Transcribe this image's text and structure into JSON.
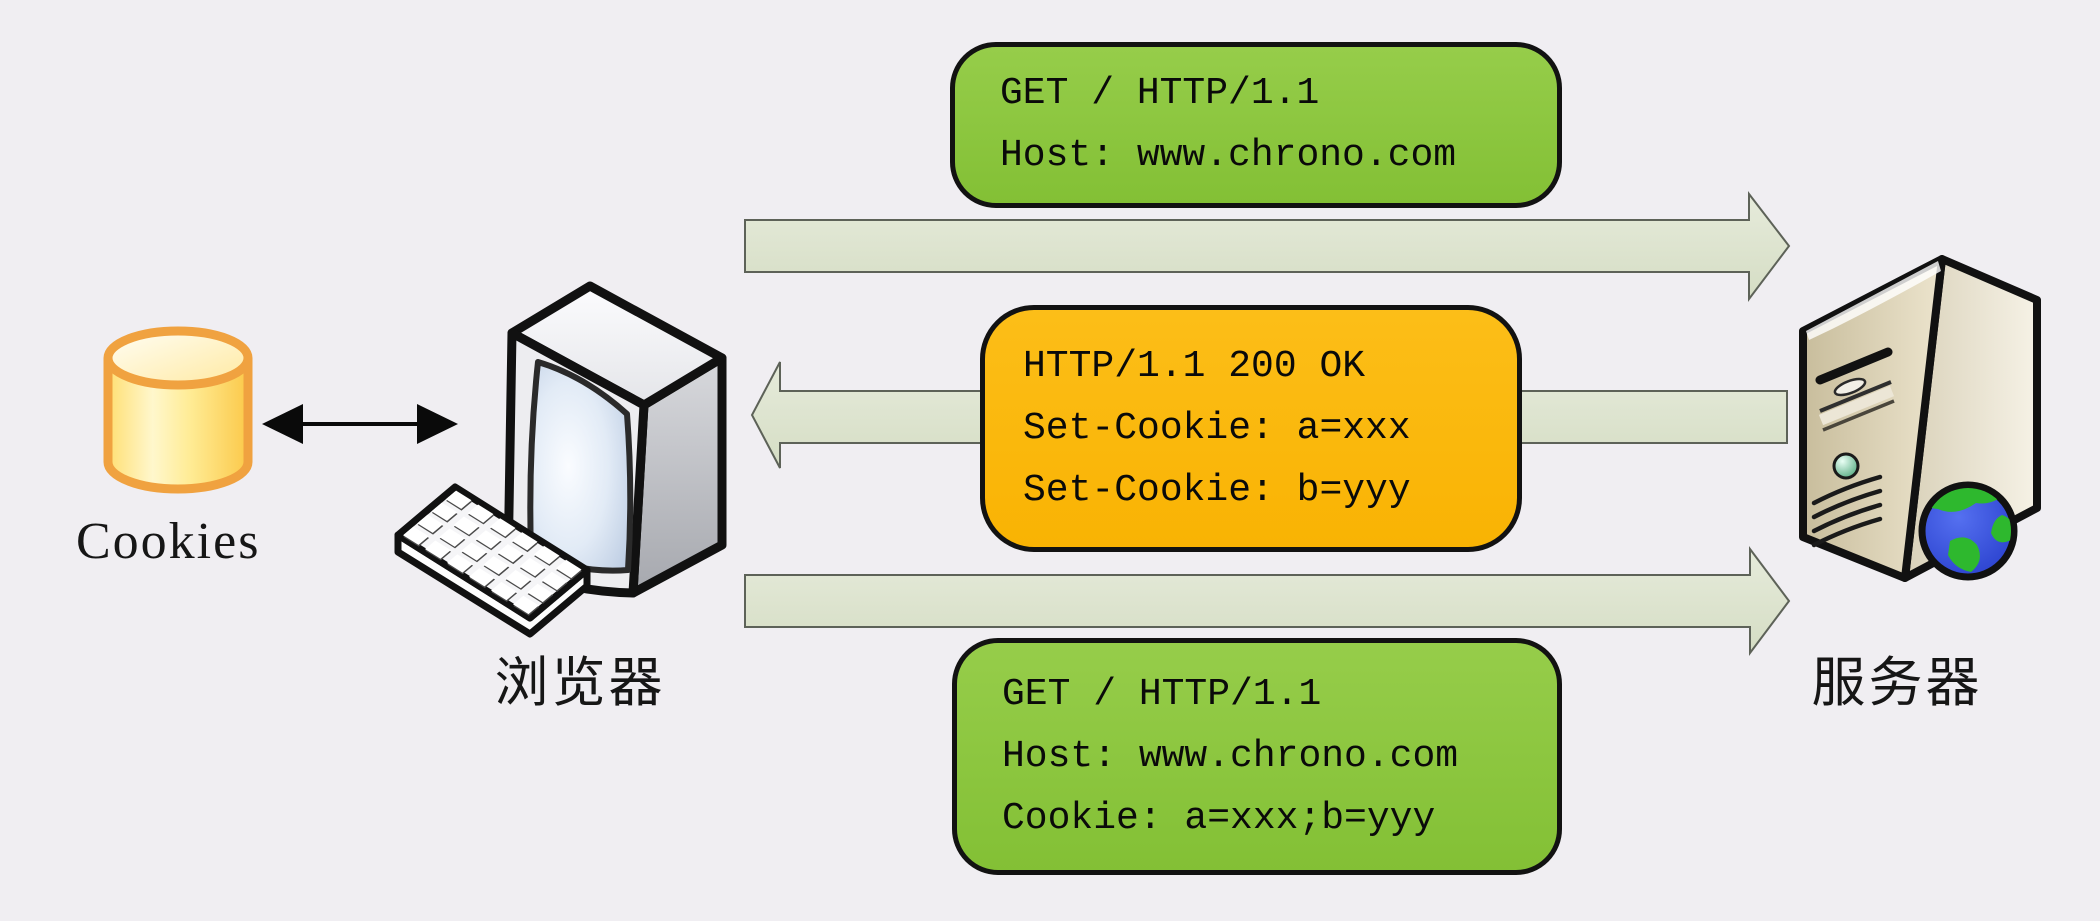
{
  "scene": {
    "background_color": "#f0eef2",
    "description": "HTTP cookie flow between browser and server"
  },
  "nodes": {
    "cookies_store": {
      "label": "Cookies"
    },
    "browser": {
      "label": "浏览器"
    },
    "server": {
      "label": "服务器"
    }
  },
  "messages": {
    "request_initial": {
      "kind": "request",
      "direction": "browser-to-server",
      "box_color": "#8dc63f",
      "lines": [
        "GET / HTTP/1.1",
        "Host: www.chrono.com"
      ]
    },
    "response_set_cookie": {
      "kind": "response",
      "direction": "server-to-browser",
      "box_color": "#fbb90d",
      "lines": [
        "HTTP/1.1 200 OK",
        "Set-Cookie: a=xxx",
        "Set-Cookie: b=yyy"
      ]
    },
    "request_with_cookie": {
      "kind": "request",
      "direction": "browser-to-server",
      "box_color": "#8dc63f",
      "lines": [
        "GET / HTTP/1.1",
        "Host: www.chrono.com",
        "Cookie: a=xxx;b=yyy"
      ]
    }
  },
  "icons": {
    "cookies_database_icon": "yellow-cylinder-database",
    "sync_double_arrow_icon": "black-double-headed-arrow",
    "browser_computer_icon": "crt-monitor-with-keyboard",
    "server_tower_icon": "beige-server-tower",
    "globe_icon": "blue-green-globe"
  },
  "colors": {
    "background": "#f0eef2",
    "request_box_green": "#8dc63f",
    "response_box_orange": "#fbb90d",
    "flow_arrow_fill": "#dde3cf",
    "flow_arrow_stroke": "#5d6258",
    "box_border": "#121212",
    "cylinder_stroke": "#f0a240",
    "text": "#0a0a0a"
  }
}
